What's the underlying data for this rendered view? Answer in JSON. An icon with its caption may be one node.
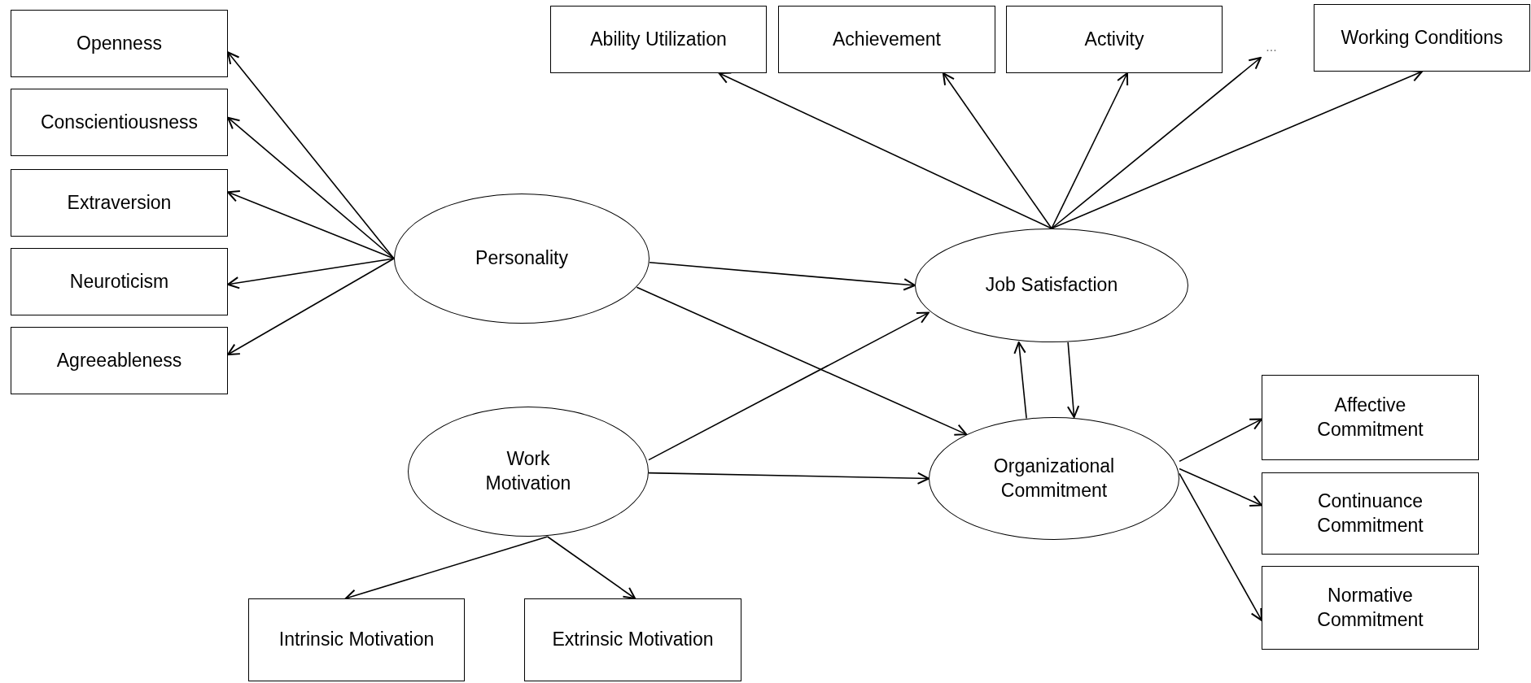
{
  "diagram": {
    "nodes": [
      {
        "text": [
          "Openness"
        ]
      },
      {
        "text": [
          "Conscientiousness"
        ]
      },
      {
        "text": [
          "Extraversion"
        ]
      },
      {
        "text": [
          "Neuroticism"
        ]
      },
      {
        "text": [
          "Agreeableness"
        ]
      },
      {
        "text": [
          "Personality"
        ]
      },
      {
        "text": [
          "Ability Utilization"
        ]
      },
      {
        "text": [
          "Achievement"
        ]
      },
      {
        "text": [
          "Activity"
        ]
      },
      {
        "text": [
          "..."
        ]
      },
      {
        "text": [
          "Working Conditions"
        ]
      },
      {
        "text": [
          "Job Satisfaction"
        ]
      },
      {
        "text": [
          "Work Motivation"
        ]
      },
      {
        "text": [
          "Organizational Commitment"
        ]
      },
      {
        "text": [
          "Affective Commitment"
        ]
      },
      {
        "text": [
          "Continuance Commitment"
        ]
      },
      {
        "text": [
          "Normative Commitment"
        ]
      },
      {
        "text": [
          "Intrinsic Motivation"
        ]
      },
      {
        "text": [
          "Extrinsic Motivation"
        ]
      }
    ],
    "edges": [
      {
        "from": 5,
        "to": 0,
        "arrow": "to"
      },
      {
        "from": 5,
        "to": 1,
        "arrow": "to"
      },
      {
        "from": 5,
        "to": 2,
        "arrow": "to"
      },
      {
        "from": 5,
        "to": 3,
        "arrow": "to"
      },
      {
        "from": 5,
        "to": 4,
        "arrow": "to"
      },
      {
        "from": 11,
        "to": 6,
        "arrow": "to"
      },
      {
        "from": 11,
        "to": 7,
        "arrow": "to"
      },
      {
        "from": 11,
        "to": 8,
        "arrow": "to"
      },
      {
        "from": 11,
        "to": 9,
        "arrow": "to"
      },
      {
        "from": 11,
        "to": 10,
        "arrow": "to"
      },
      {
        "from": 5,
        "to": 11,
        "arrow": "to"
      },
      {
        "from": 5,
        "to": 13,
        "arrow": "to"
      },
      {
        "from": 12,
        "to": 11,
        "arrow": "to"
      },
      {
        "from": 12,
        "to": 13,
        "arrow": "to"
      },
      {
        "from": 13,
        "to": 11,
        "arrow": "to"
      },
      {
        "from": 11,
        "to": 13,
        "arrow": "to"
      },
      {
        "from": 13,
        "to": 14,
        "arrow": "to"
      },
      {
        "from": 13,
        "to": 15,
        "arrow": "to"
      },
      {
        "from": 13,
        "to": 16,
        "arrow": "to"
      },
      {
        "from": 12,
        "to": 17,
        "arrow": "to"
      },
      {
        "from": 12,
        "to": 18,
        "arrow": "to"
      }
    ]
  }
}
